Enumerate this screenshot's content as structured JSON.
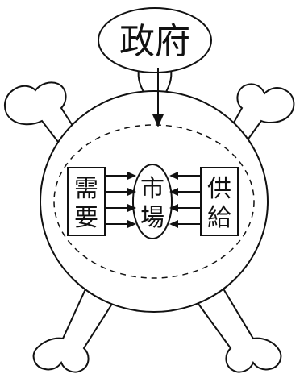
{
  "diagram": {
    "top_label": "政府",
    "center_label": [
      "市",
      "場"
    ],
    "left_label": [
      "需",
      "要"
    ],
    "right_label": [
      "供",
      "給"
    ]
  }
}
